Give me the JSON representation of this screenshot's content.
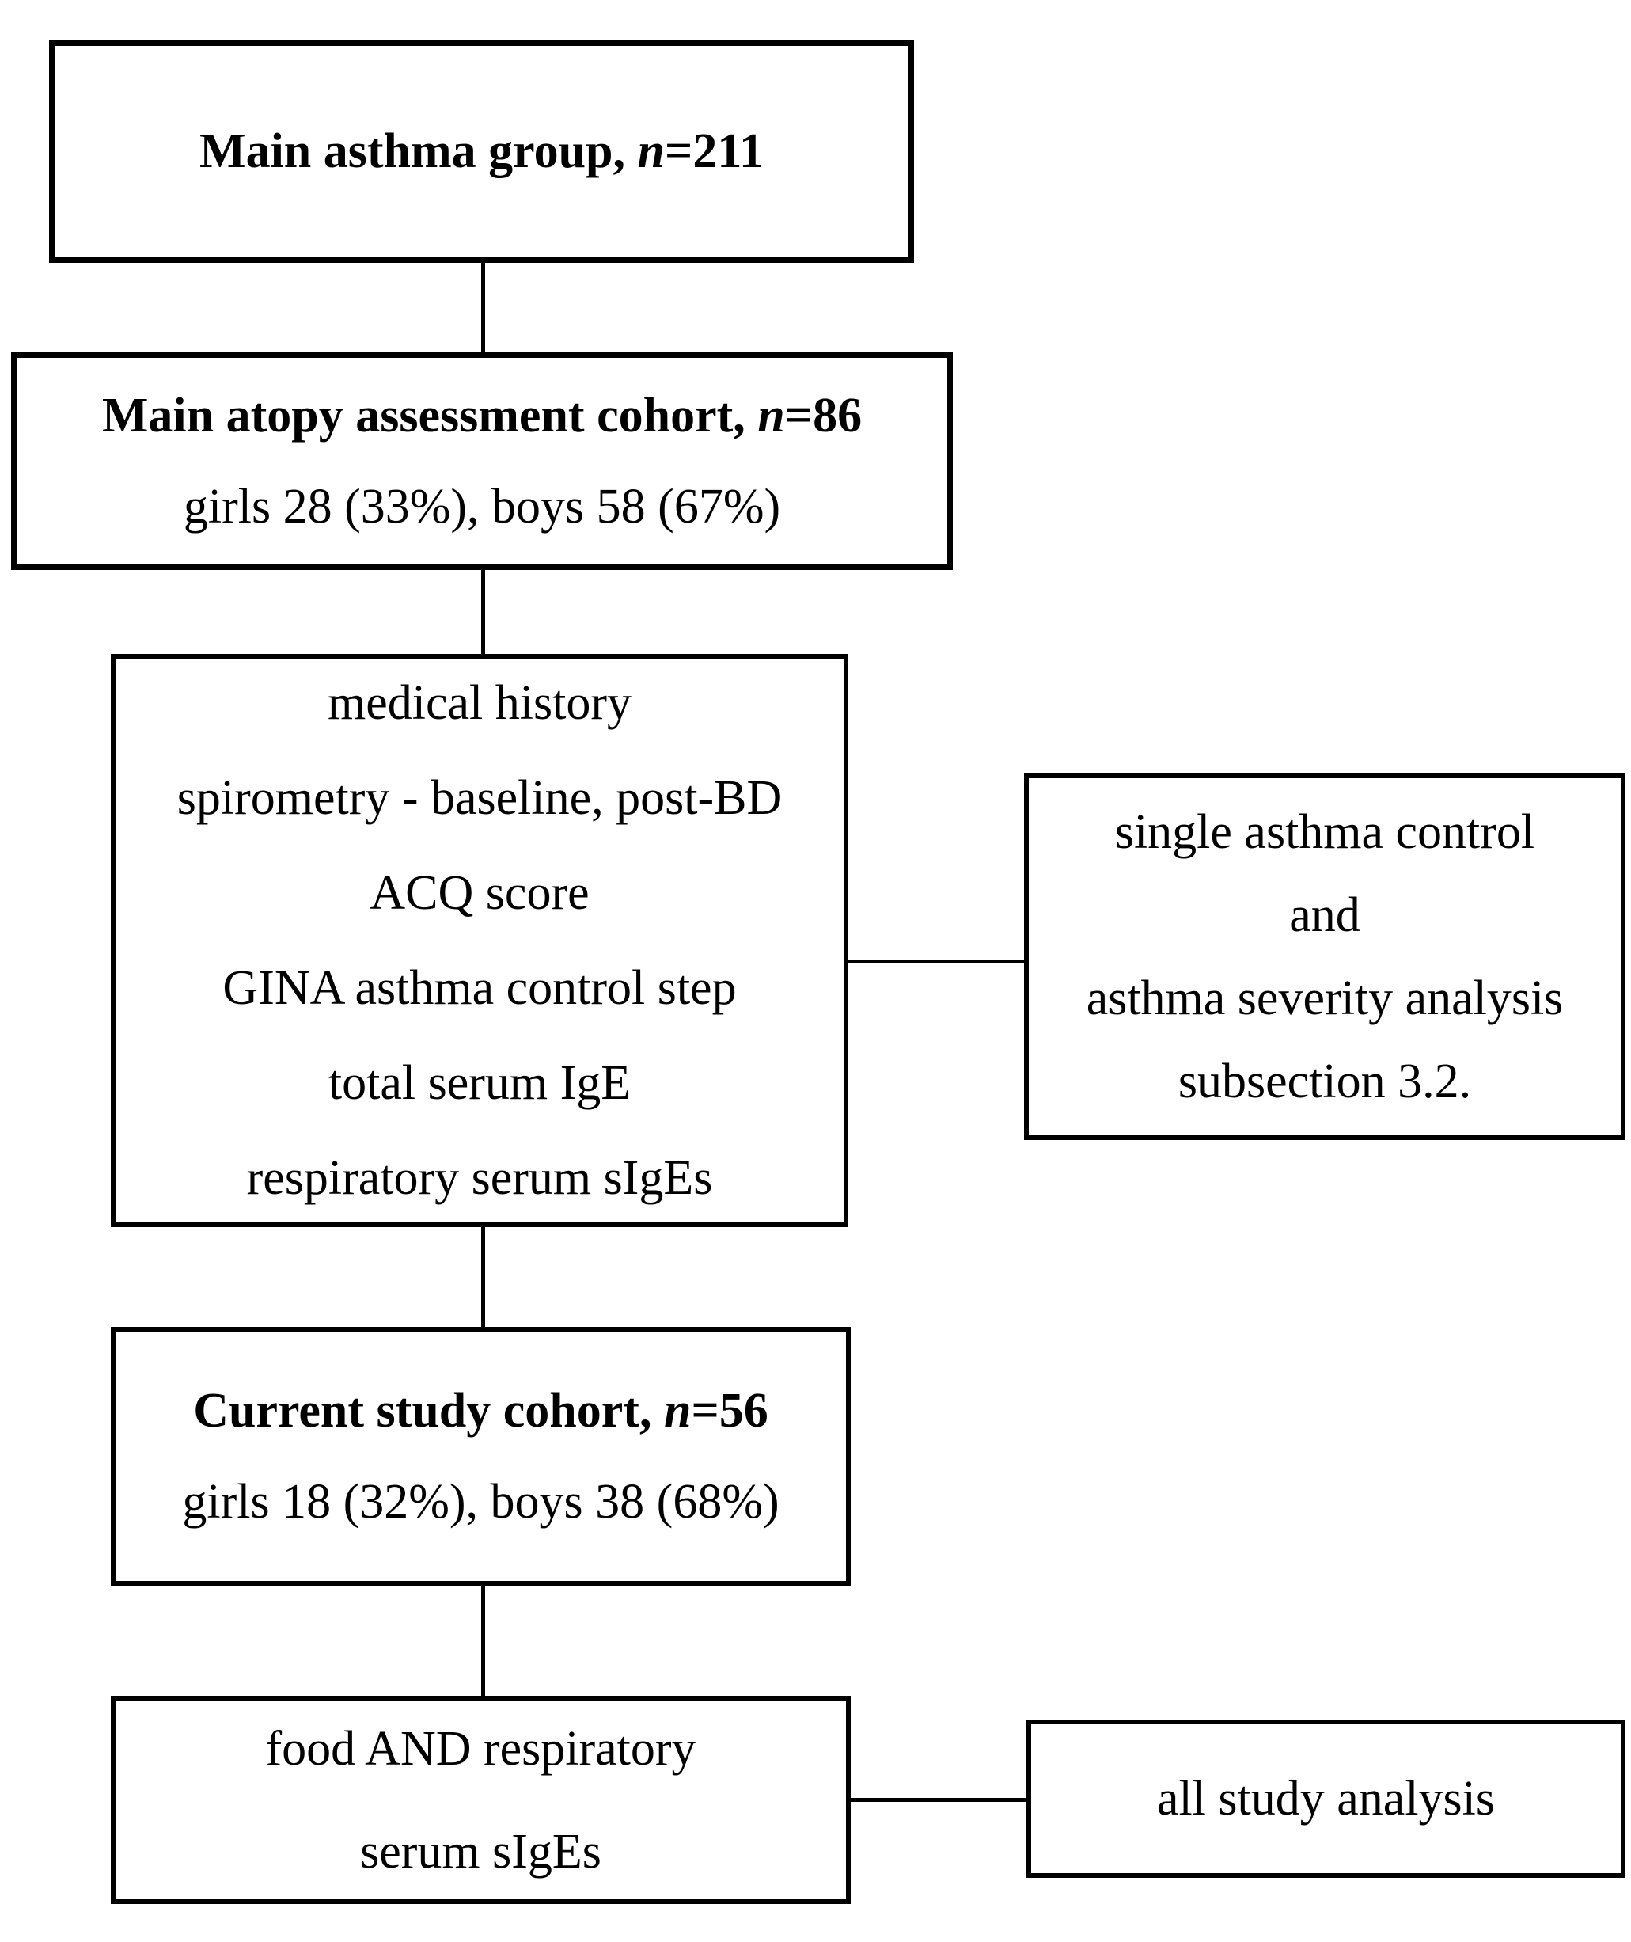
{
  "colors": {
    "ink": "#000000",
    "background": "#ffffff"
  },
  "boxes": {
    "main_asthma": {
      "title_prefix": "Main asthma group, ",
      "n_symbol": "n",
      "n_value": "=211"
    },
    "atopy_cohort": {
      "title_prefix": "Main atopy assessment cohort, ",
      "n_symbol": "n",
      "n_value": "=86",
      "subtitle": "girls 28 (33%), boys 58 (67%)"
    },
    "assessments": {
      "items": [
        "medical history",
        "spirometry - baseline, post-BD",
        "ACQ score",
        "GINA asthma control step",
        "total serum IgE",
        "respiratory serum sIgEs"
      ]
    },
    "asthma_analysis_note": {
      "lines": [
        "single asthma control",
        "and",
        "asthma severity analysis",
        "subsection 3.2."
      ]
    },
    "current_cohort": {
      "title_prefix": "Current study cohort, ",
      "n_symbol": "n",
      "n_value": "=56",
      "subtitle": "girls 18 (32%), boys 38 (68%)"
    },
    "food_respiratory": {
      "lines": [
        "food AND respiratory",
        "serum sIgEs"
      ]
    },
    "all_study_note": {
      "label": "all study analysis"
    }
  }
}
